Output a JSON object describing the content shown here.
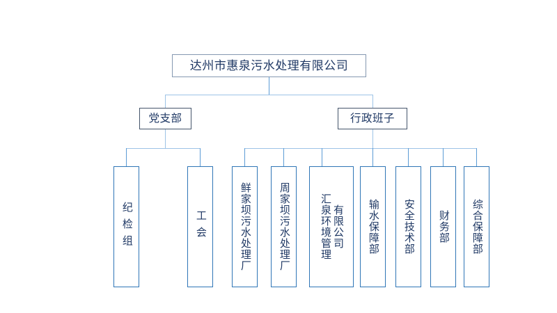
{
  "chart": {
    "title": "达州市惠泉污水处理有限公司",
    "type": "org-chart",
    "colors": {
      "root_border": "#8497B0",
      "level2_border": "#44546A",
      "leaf_border": "#2E75B6",
      "connector": "#5B9BD5",
      "text": "#1F3864",
      "background": "#FFFFFF"
    }
  },
  "root": {
    "label": "达州市惠泉污水处理有限公司"
  },
  "level2": [
    {
      "label": "党支部"
    },
    {
      "label": "行政班子"
    }
  ],
  "party_branch_children": [
    {
      "label": "纪检组"
    },
    {
      "label": "工会"
    }
  ],
  "admin_children": [
    {
      "label": "鲜家坝污水处理厂"
    },
    {
      "label": "周家坝污水处理厂"
    },
    {
      "label_col1": "汇泉环境管理",
      "label_col2": "有限公司",
      "label": "汇泉环境管理有限公司"
    },
    {
      "label": "输水保障部"
    },
    {
      "label": "安全技术部"
    },
    {
      "label": "财务部"
    },
    {
      "label": "综合保障部"
    }
  ]
}
